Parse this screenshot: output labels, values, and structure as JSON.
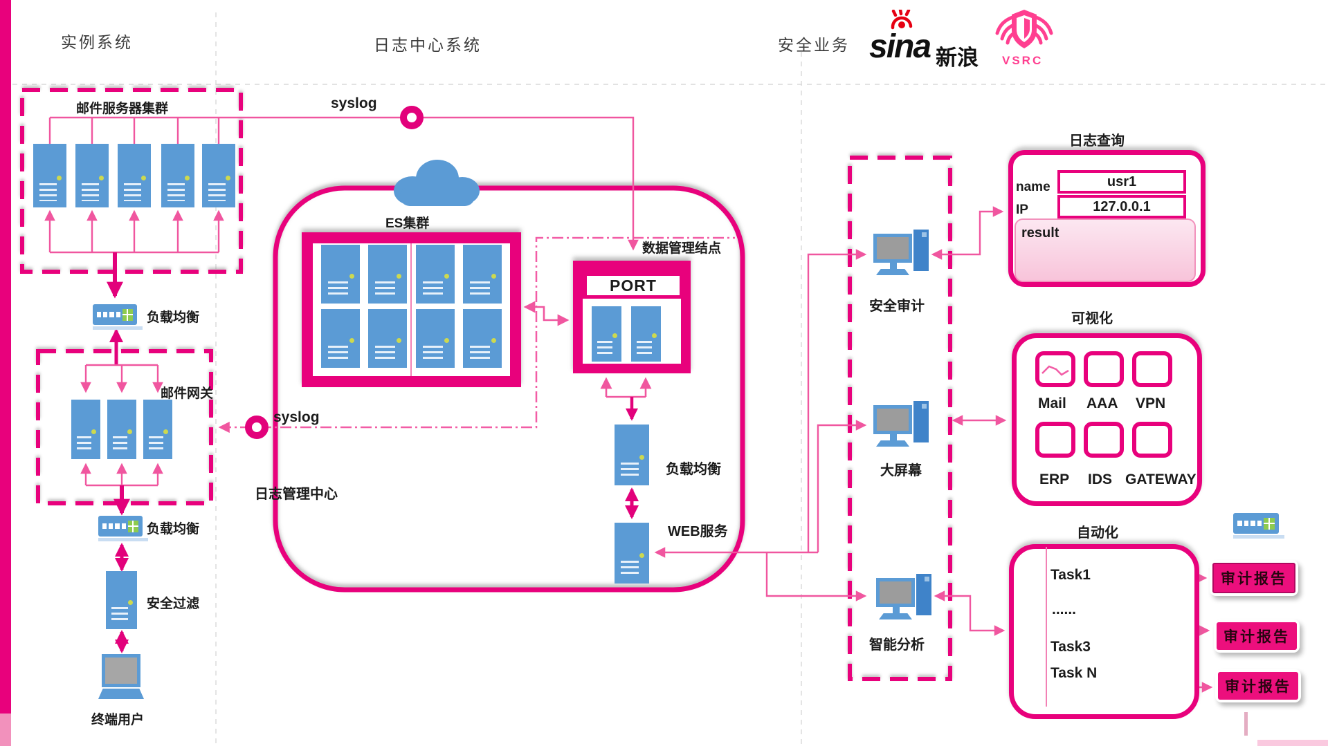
{
  "headers": {
    "left": "实例系统",
    "middle": "日志中心系统",
    "right": "安全业务"
  },
  "logos": {
    "sina_word": "sina",
    "sina_cn": "新浪",
    "vsrc": "VSRC"
  },
  "left_section": {
    "mail_cluster": "邮件服务器集群",
    "load_balance": "负载均衡",
    "mail_gateway": "邮件网关",
    "security_filter": "安全过滤",
    "end_user": "终端用户"
  },
  "middle_section": {
    "syslog_top": "syslog",
    "syslog_left": "syslog",
    "es_cluster": "ES集群",
    "data_node": "数据管理结点",
    "port": "PORT",
    "log_center": "日志管理中心",
    "load_balance": "负载均衡",
    "web_service": "WEB服务"
  },
  "right_section": {
    "security_audit": "安全审计",
    "big_screen": "大屏幕",
    "intelligent_analysis": "智能分析",
    "log_query": {
      "title": "日志查询",
      "name_label": "name",
      "name_value": "usr1",
      "ip_label": "IP",
      "ip_value": "127.0.0.1",
      "result_label": "result"
    },
    "visualization": {
      "title": "可视化",
      "row1": [
        "Mail",
        "AAA",
        "VPN"
      ],
      "row2": [
        "ERP",
        "IDS",
        "GATEWAY"
      ]
    },
    "automation": {
      "title": "自动化",
      "task1": "Task1",
      "dots": "......",
      "task3": "Task3",
      "taskN": "Task N"
    },
    "audit_report": "审计报告"
  },
  "colors": {
    "accent": "#e8017c",
    "thin_line": "#f0569f",
    "blue": "#5b9bd5",
    "gray_guide": "#d9d9d9"
  },
  "icons": {
    "server": "server-icon",
    "switch": "network-switch-icon",
    "computer": "desktop-computer-icon",
    "laptop": "laptop-icon",
    "cloud": "cloud-icon",
    "syslog_node": "syslog-node-icon",
    "chart": "line-chart-icon",
    "sina_eye": "sina-eye-icon",
    "vsrc_shield": "vsrc-shield-icon"
  }
}
